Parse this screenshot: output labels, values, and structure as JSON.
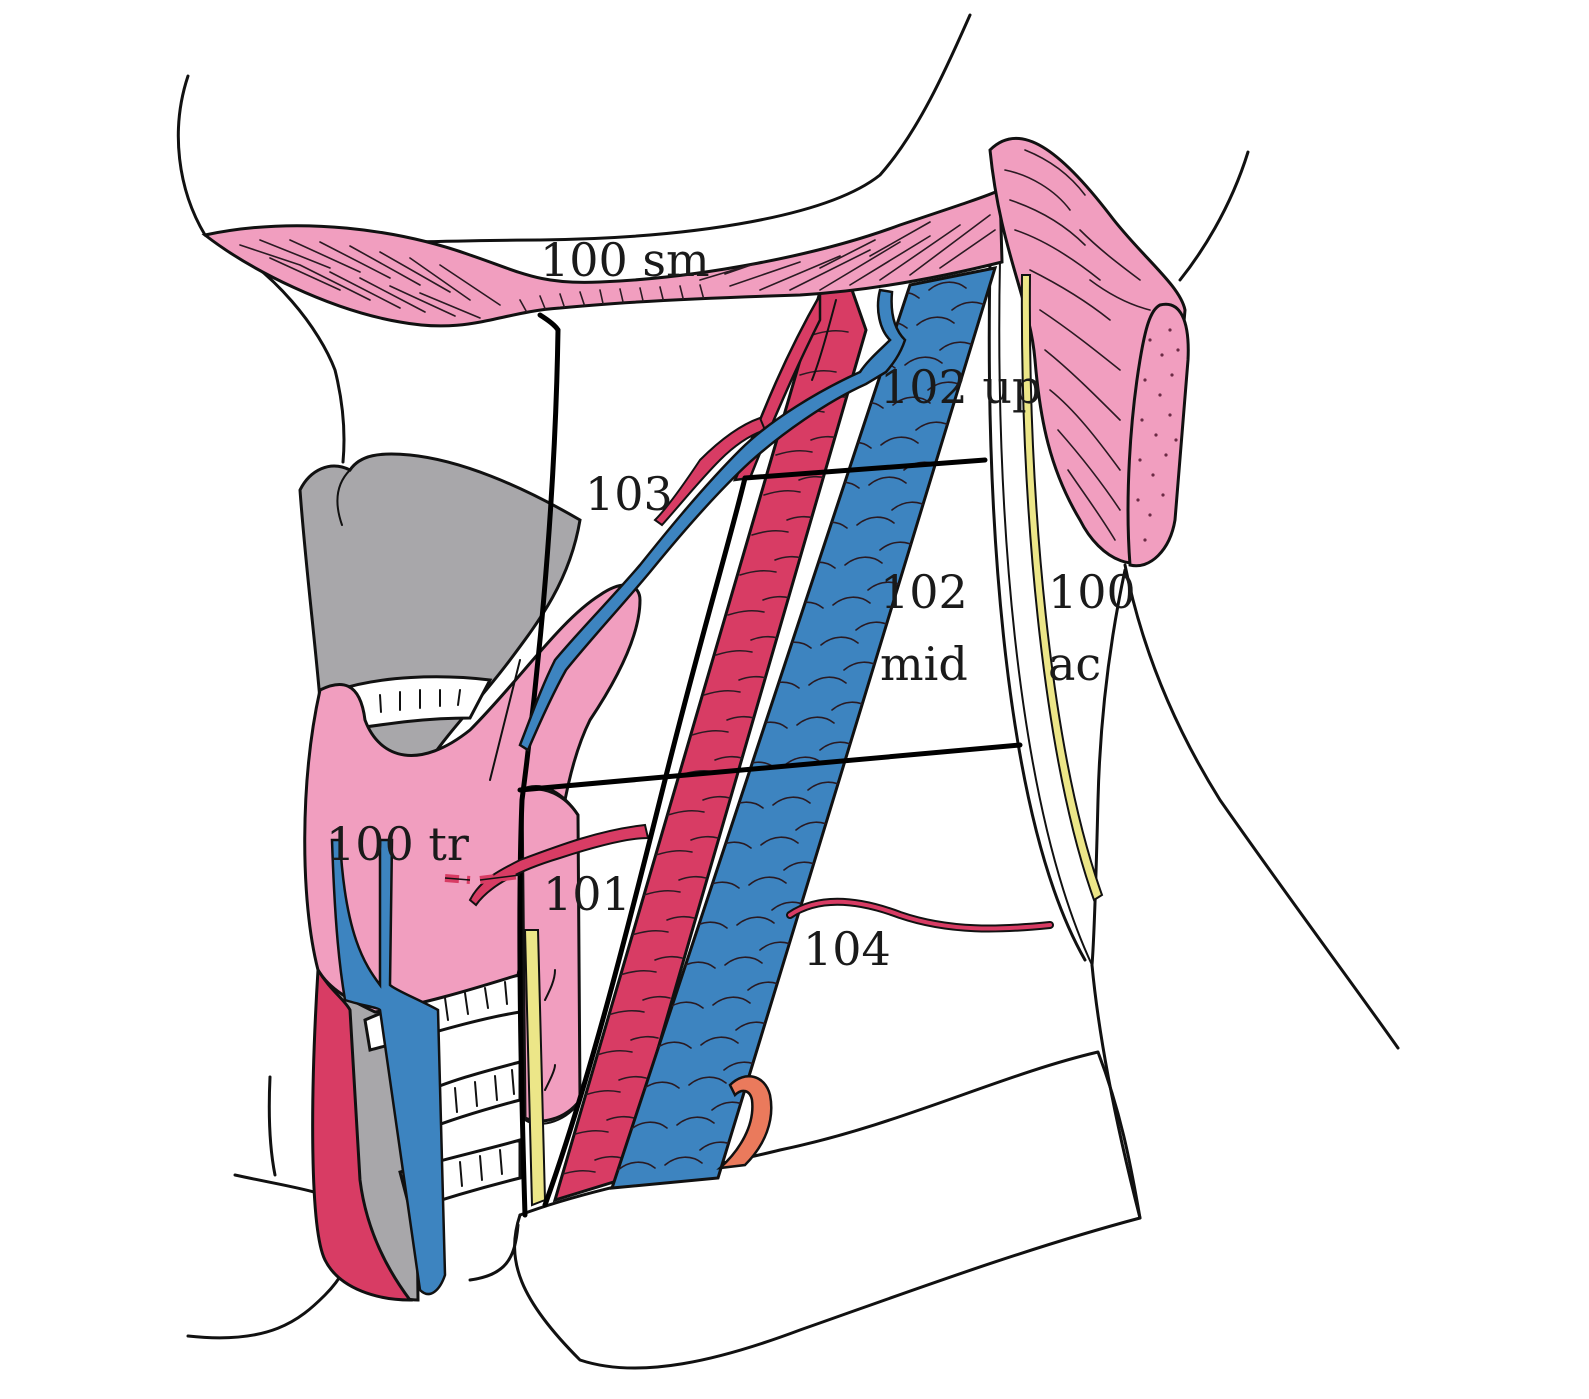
{
  "colors": {
    "muscle": "#f19ebf",
    "artery": "#d83c64",
    "vein": "#3d84c0",
    "cartilage": "#a8a7aa",
    "nerve": "#ece688",
    "lymph": "#ea7a5c",
    "outline": "#111111"
  },
  "labels": {
    "sm": "100 sm",
    "up": "102 up",
    "n103": "103",
    "mid_num": "102",
    "mid_word": "mid",
    "ac_num": "100",
    "ac_word": "ac",
    "tr": "100 tr",
    "n101": "101",
    "n104": "104"
  }
}
